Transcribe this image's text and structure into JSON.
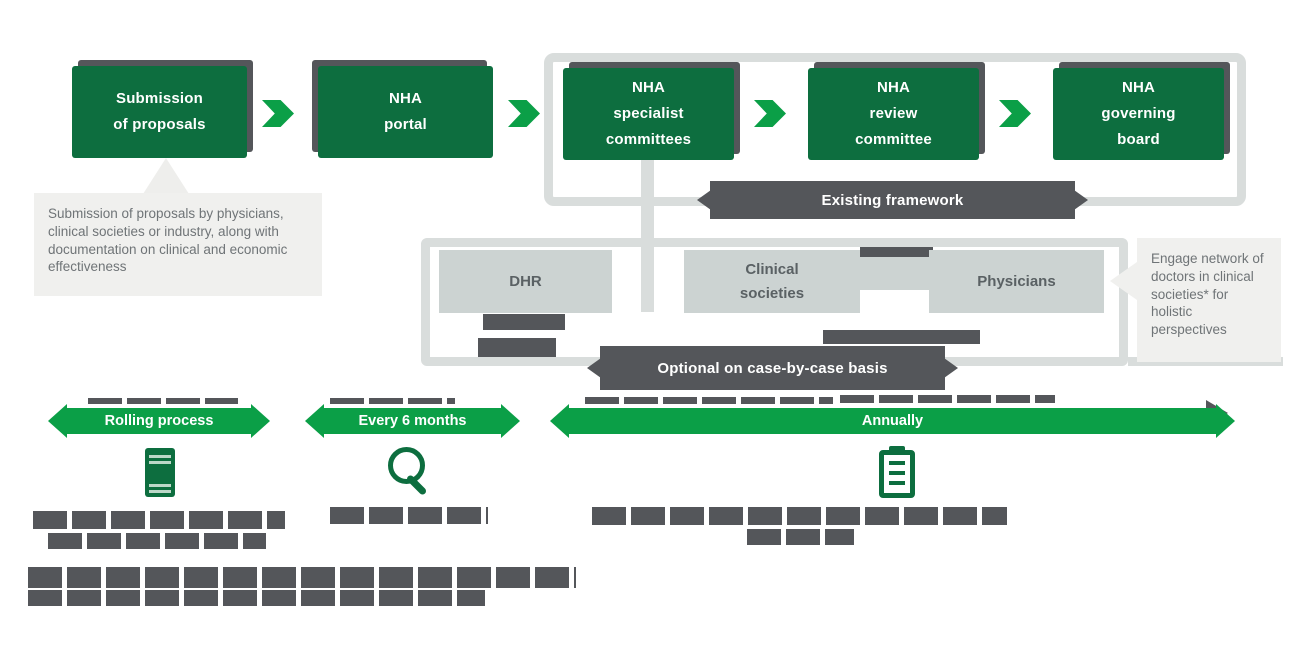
{
  "colors": {
    "dark_green": "#0d6e3f",
    "bright_green": "#0b9f47",
    "slate_gray": "#54565a",
    "light_fill": "#ccd3d2",
    "light_line": "#d9dddc",
    "callout_bg": "#f0f0ee",
    "callout_text": "#6f7477"
  },
  "flow": {
    "boxes": [
      {
        "label": "Submission\nof proposals"
      },
      {
        "label": "NHA\nportal"
      },
      {
        "label": "NHA\nspecialist\ncommittees"
      },
      {
        "label": "NHA\nreview\ncommittee"
      },
      {
        "label": "NHA\ngoverning\nboard"
      }
    ]
  },
  "banners": {
    "existing": "Existing framework",
    "optional": "Optional on case-by-case basis"
  },
  "stakeholders": [
    {
      "label": "DHR"
    },
    {
      "label": "Clinical\nsocieties"
    },
    {
      "label": "Physicians"
    }
  ],
  "callouts": {
    "left": "Submission of proposals by physicians, clinical societies or industry, along with documentation on clinical and economic effectiveness",
    "right": "Engage network of doctors in clinical societies* for holistic perspectives"
  },
  "timeline": [
    {
      "label": "Rolling process"
    },
    {
      "label": "Every 6 months"
    },
    {
      "label": "Annually"
    }
  ],
  "icons": [
    {
      "name": "document-icon"
    },
    {
      "name": "magnifier-icon"
    },
    {
      "name": "checklist-icon"
    }
  ]
}
